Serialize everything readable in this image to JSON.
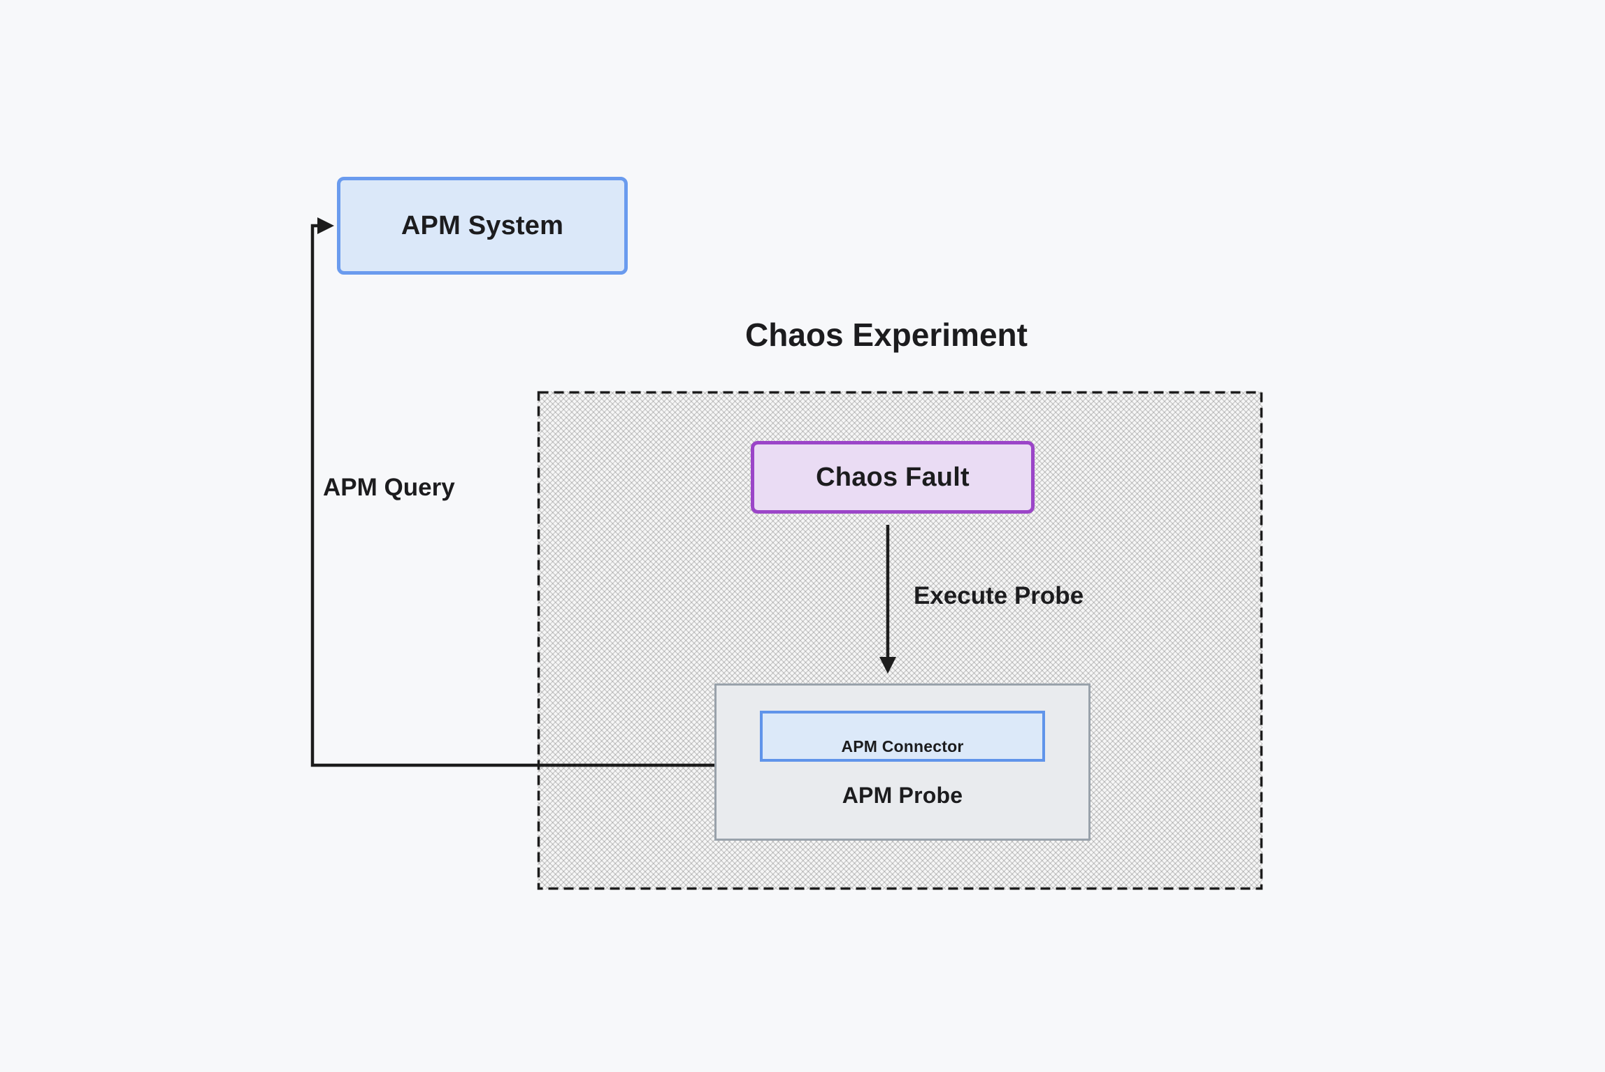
{
  "page": {
    "background": "#f7f8fa",
    "line_color": "#1c1c1c"
  },
  "title": {
    "text": "Chaos Experiment"
  },
  "nodes": {
    "apm_system": {
      "label": "APM System",
      "fill": "#dbe8f9",
      "border": "#6a9bee"
    },
    "chaos_fault": {
      "label": "Chaos Fault",
      "fill": "#eadcf4",
      "border": "#9b45c8"
    },
    "apm_probe": {
      "label": "APM Probe",
      "fill": "#e9ebee",
      "border": "#99a2ab"
    },
    "apm_connector": {
      "label": "APM Connector",
      "fill": "#dce9f9",
      "border": "#6094ea"
    }
  },
  "edges": {
    "apm_query": {
      "label": "APM Query"
    },
    "execute_probe": {
      "label": "Execute Probe"
    }
  }
}
